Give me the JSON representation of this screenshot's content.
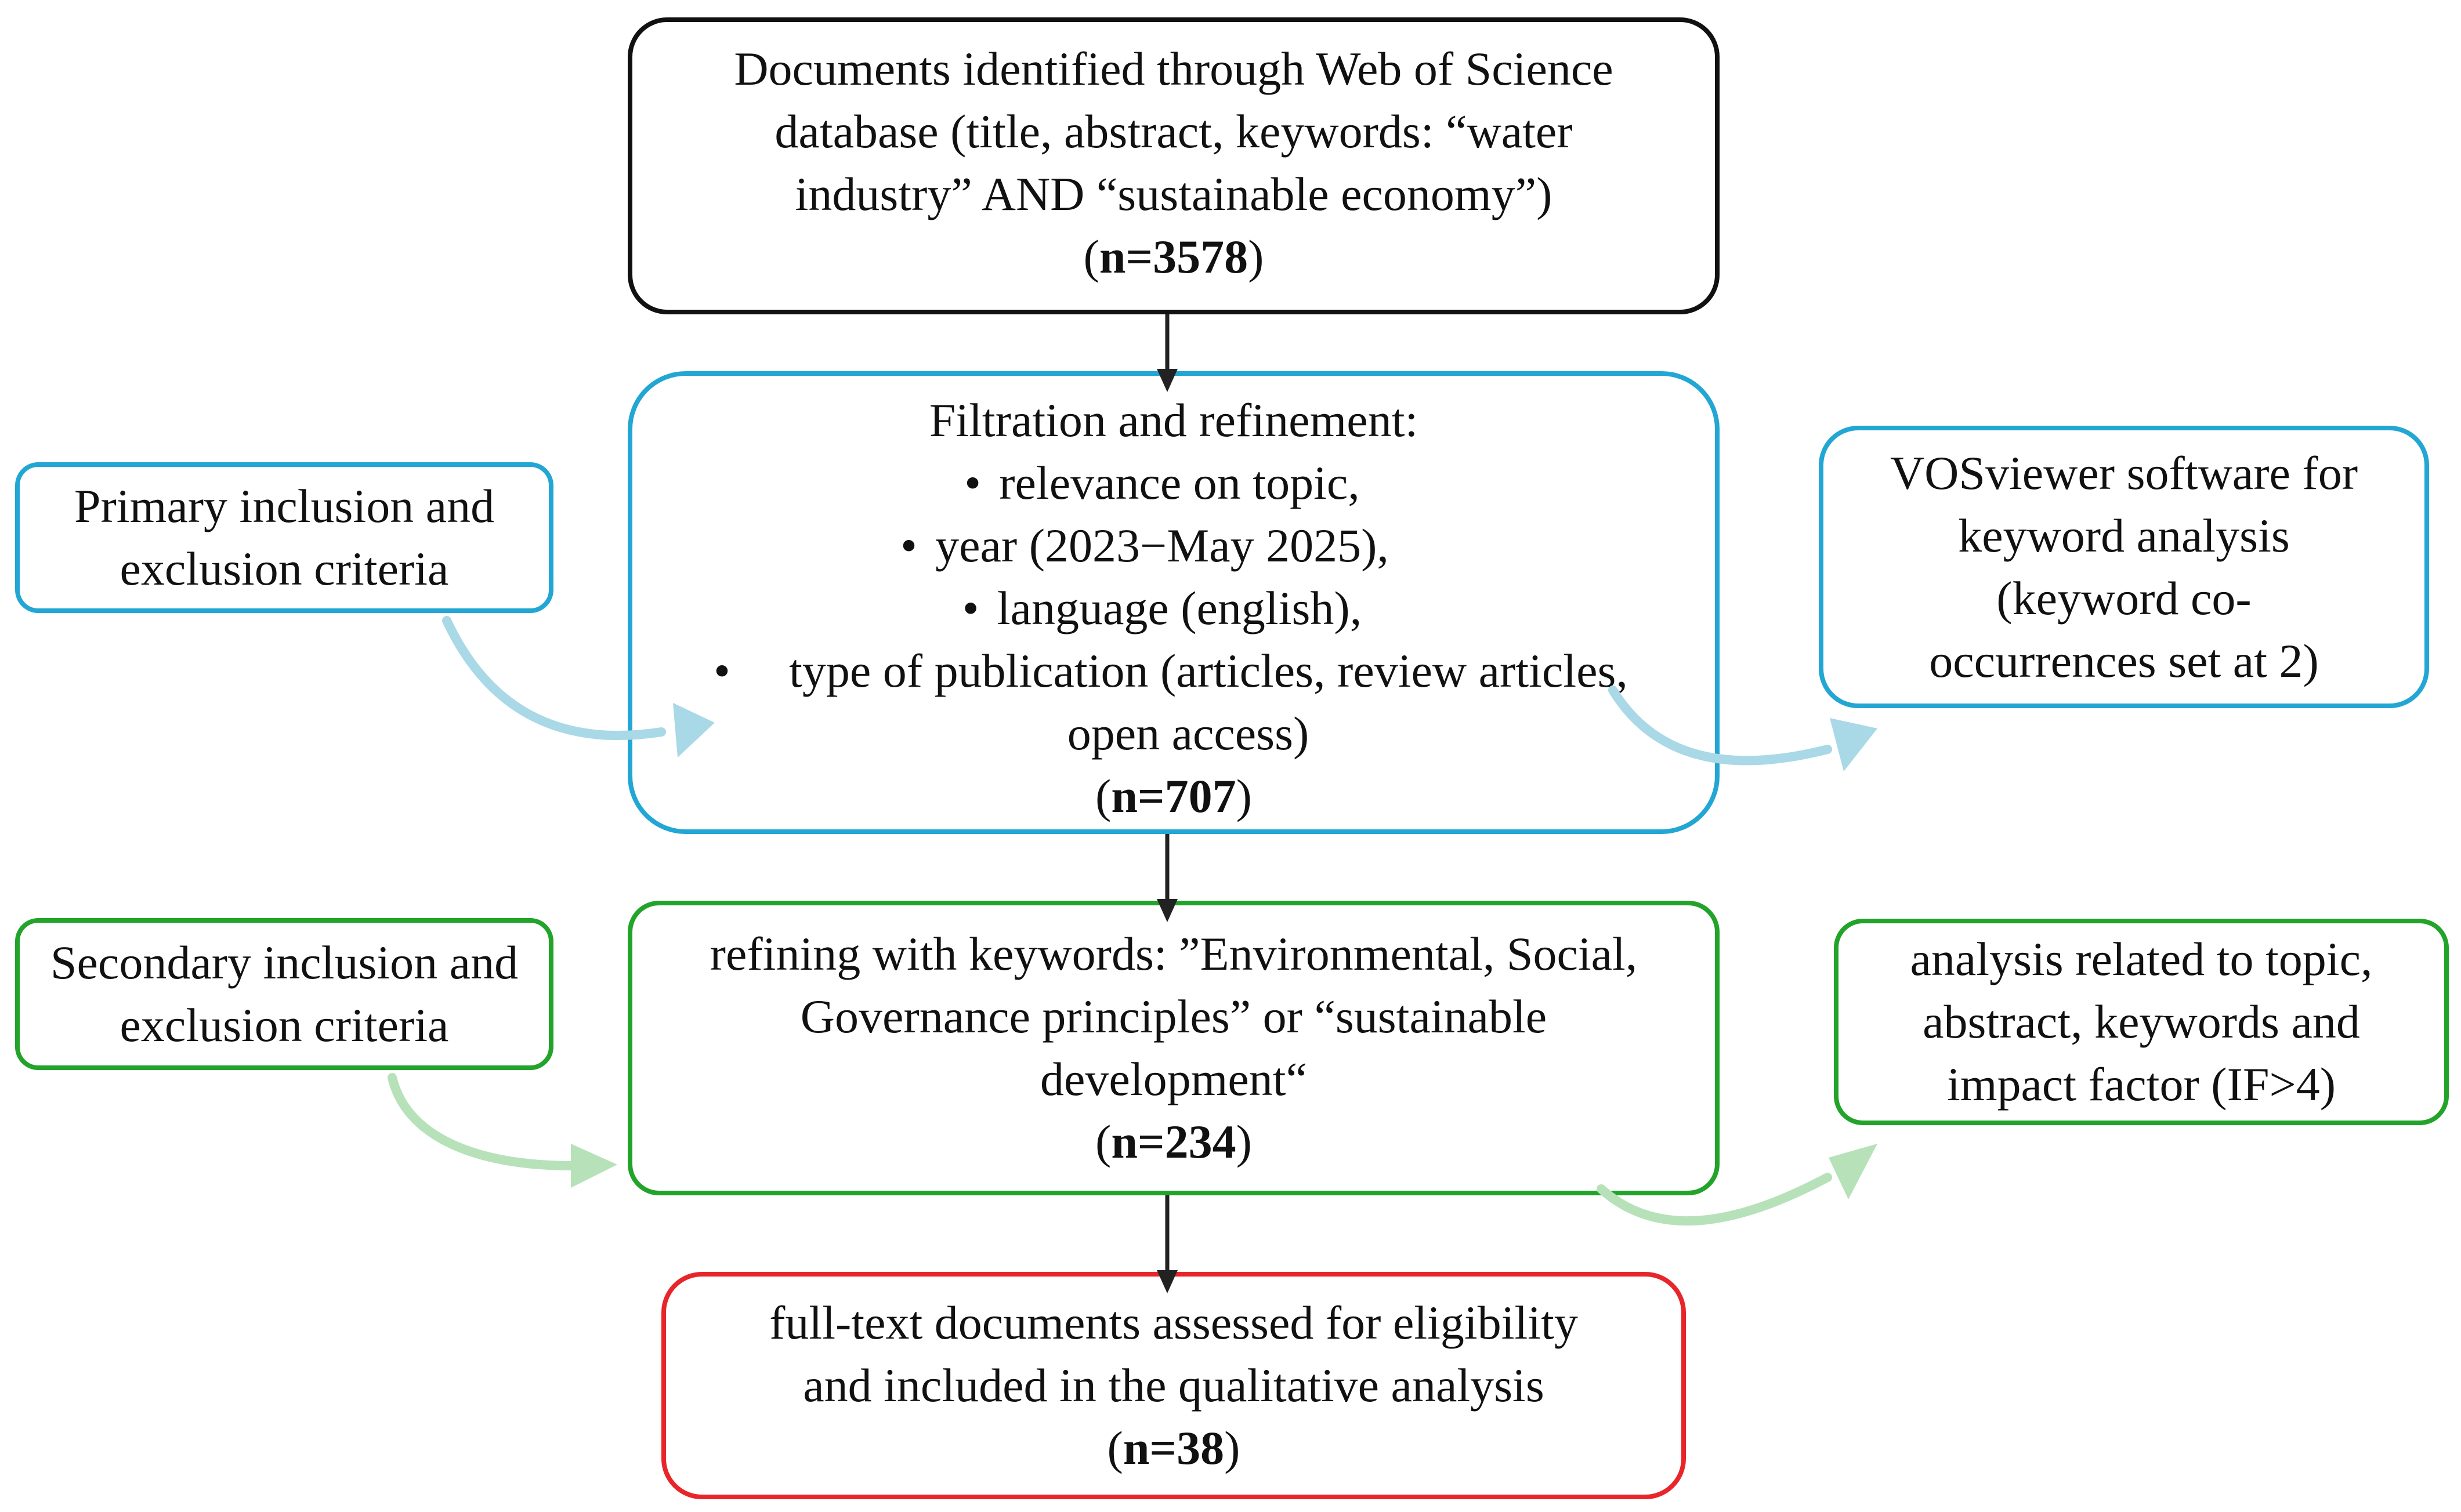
{
  "diagram": {
    "identified": {
      "lines": [
        "Documents identified through Web of Science",
        "database (title, abstract, keywords: “water",
        "industry” AND “sustainable economy”)"
      ],
      "count_open": "(",
      "count_value": "n=3578",
      "count_close": ")",
      "border_color": "#111111"
    },
    "filtration": {
      "heading": "Filtration and refinement:",
      "bullet_symbol": "•",
      "bullets": [
        "relevance on topic,",
        "year (2023−May 2025),",
        "language (english),",
        "type of publication (articles, review articles,"
      ],
      "bullet_continuation": "open access)",
      "count_open": "(",
      "count_value": "n=707",
      "count_close": ")",
      "border_color": "#22a6d4"
    },
    "primary_criteria": {
      "lines": [
        "Primary inclusion and",
        "exclusion criteria"
      ],
      "border_color": "#22a6d4"
    },
    "vosviewer": {
      "lines": [
        "VOSviewer software for",
        "keyword analysis",
        "(keyword co-",
        "occurrences set at 2)"
      ],
      "border_color": "#22a6d4"
    },
    "refining": {
      "lines": [
        "refining with keywords: ”Environmental, Social,",
        "Governance principles” or “sustainable",
        "development“"
      ],
      "count_open": "(",
      "count_value": "n=234",
      "count_close": ")",
      "border_color": "#22a32a"
    },
    "secondary_criteria": {
      "lines": [
        "Secondary inclusion and",
        "exclusion criteria"
      ],
      "border_color": "#22a32a"
    },
    "analysis": {
      "lines": [
        "analysis related to topic,",
        "abstract, keywords and",
        "impact factor (IF>4)"
      ],
      "border_color": "#22a32a"
    },
    "fulltext": {
      "lines": [
        "full-text documents assessed for eligibility",
        "and included in the qualitative analysis"
      ],
      "count_open": "(",
      "count_value": "n=38",
      "count_close": ")",
      "border_color": "#e8262a"
    },
    "colors": {
      "main_arrow": "#222222",
      "blue_arrow": "#a9d8e6",
      "green_arrow": "#b7e2b9"
    }
  }
}
